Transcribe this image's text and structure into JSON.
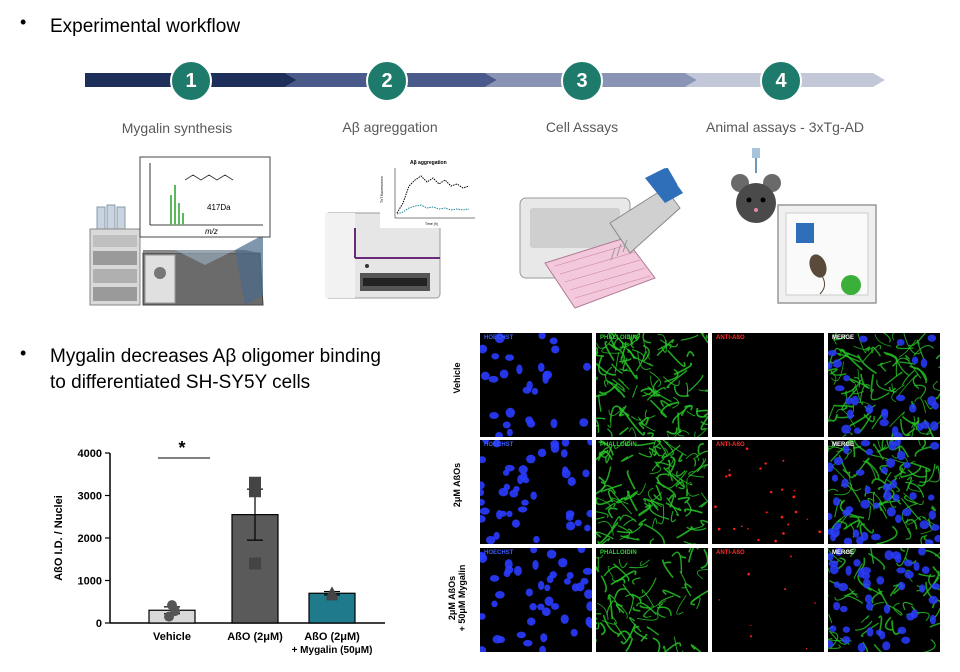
{
  "bullets": {
    "workflow_title": "Experimental workflow",
    "finding_line1": "Mygalin decreases Aβ oligomer binding",
    "finding_line2": "to differentiated SH-SY5Y cells"
  },
  "workflow": {
    "steps": [
      {
        "number": "1",
        "label": "Mygalin synthesis",
        "color": "#1f2f5c"
      },
      {
        "number": "2",
        "label": "Aβ agreggation",
        "color": "#4a5a8a"
      },
      {
        "number": "3",
        "label": "Cell Assays",
        "color": "#8a94b4"
      },
      {
        "number": "4",
        "label": "Animal assays - 3xTg-AD",
        "color": "#c3c8d8"
      }
    ],
    "ms_mass": "417Da",
    "ms_axis": "m/z",
    "agg_title": "Aβ aggregation",
    "agg_ylabel": "ThT fluorescence",
    "agg_xlabel": "Time (h)"
  },
  "chart_data": {
    "type": "bar",
    "ylabel": "AßO I.D. / Nuclei",
    "categories": [
      "Vehicle",
      "AßO (2μM)",
      "AßO (2μM)"
    ],
    "category_sublabels": [
      "",
      "",
      "+ Mygalin (50μM)"
    ],
    "values": [
      300,
      2550,
      700
    ],
    "errors": [
      80,
      600,
      40
    ],
    "colors": [
      "#d9d9d9",
      "#5a5a5a",
      "#1f7a8c"
    ],
    "points": [
      [
        150,
        420,
        280
      ],
      [
        3300,
        3100,
        1400
      ],
      [
        680,
        650,
        720
      ]
    ],
    "yticks": [
      0,
      1000,
      2000,
      3000,
      4000
    ],
    "ylim": [
      0,
      4000
    ],
    "significance": "*"
  },
  "microscopy": {
    "columns": [
      {
        "label": "HOECHST",
        "color": "#3b5bff"
      },
      {
        "label": "PHALLOIDIN",
        "color": "#2fd02f"
      },
      {
        "label": "ANTI-AßO",
        "color": "#ff2b2b"
      },
      {
        "label": "MERGE",
        "color": "#ffffff"
      }
    ],
    "rows": [
      {
        "label1": "Vehicle",
        "label2": ""
      },
      {
        "label1": "2μM AßOs",
        "label2": ""
      },
      {
        "label1": "2μM AßOs",
        "label2": "+ 50μM Mygalin"
      }
    ]
  }
}
